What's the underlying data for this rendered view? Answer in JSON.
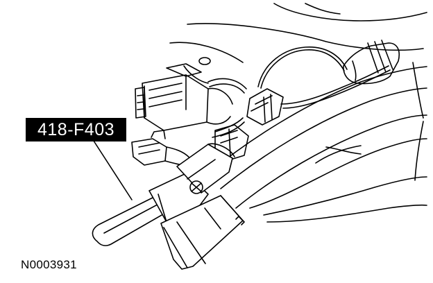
{
  "callout": {
    "tool_number": "418-F403"
  },
  "figure": {
    "id": "N0003931"
  },
  "colors": {
    "line": "#000000",
    "background": "#ffffff",
    "label_fill": "#000000",
    "label_text": "#ffffff"
  },
  "icons": [
    "wiring-harness-illustration",
    "electrical-connector-illustration",
    "special-tool-illustration"
  ]
}
